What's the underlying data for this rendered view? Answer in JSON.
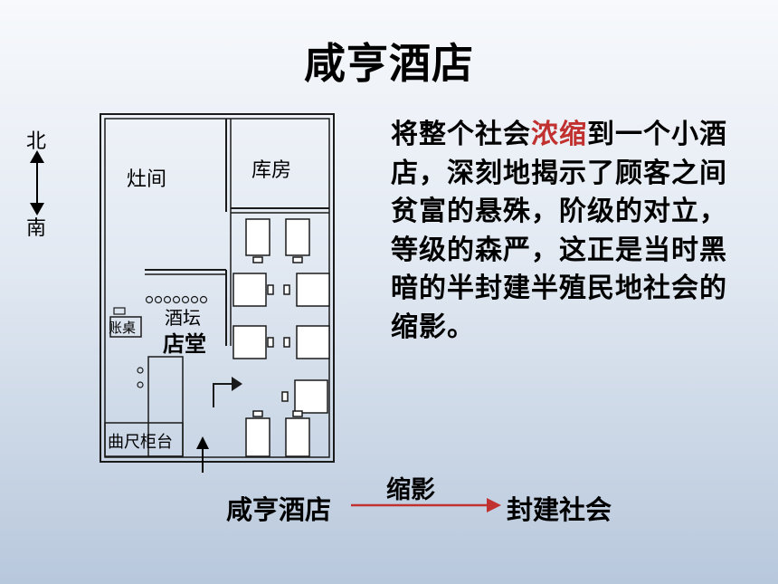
{
  "title": "咸亨酒店",
  "compass": {
    "north": "北",
    "south": "南"
  },
  "floor_plan": {
    "kitchen": "灶间",
    "storeroom": "库房",
    "wine_jars": "酒坛",
    "hall": "店堂",
    "account_table": "账桌",
    "counter": "曲尺柜台"
  },
  "paragraph": {
    "before": "将整个社会",
    "highlight": "浓缩",
    "after": "到一个小酒店，深刻地揭示了顾客之间贫富的悬殊，阶级的对立，等级的森严，这正是当时黑暗的半封建半殖民地社会的缩影。"
  },
  "relation": {
    "source": "咸亨酒店",
    "arrow_label": "缩影",
    "target": "封建社会"
  },
  "colors": {
    "highlight": "#c0312f",
    "arrow": "#c0312f",
    "walls": "#1a1a1a"
  },
  "icons": [
    "north-south-arrow-icon",
    "entrance-arrow-icon",
    "door-swing-icon",
    "table-chair-icon"
  ]
}
